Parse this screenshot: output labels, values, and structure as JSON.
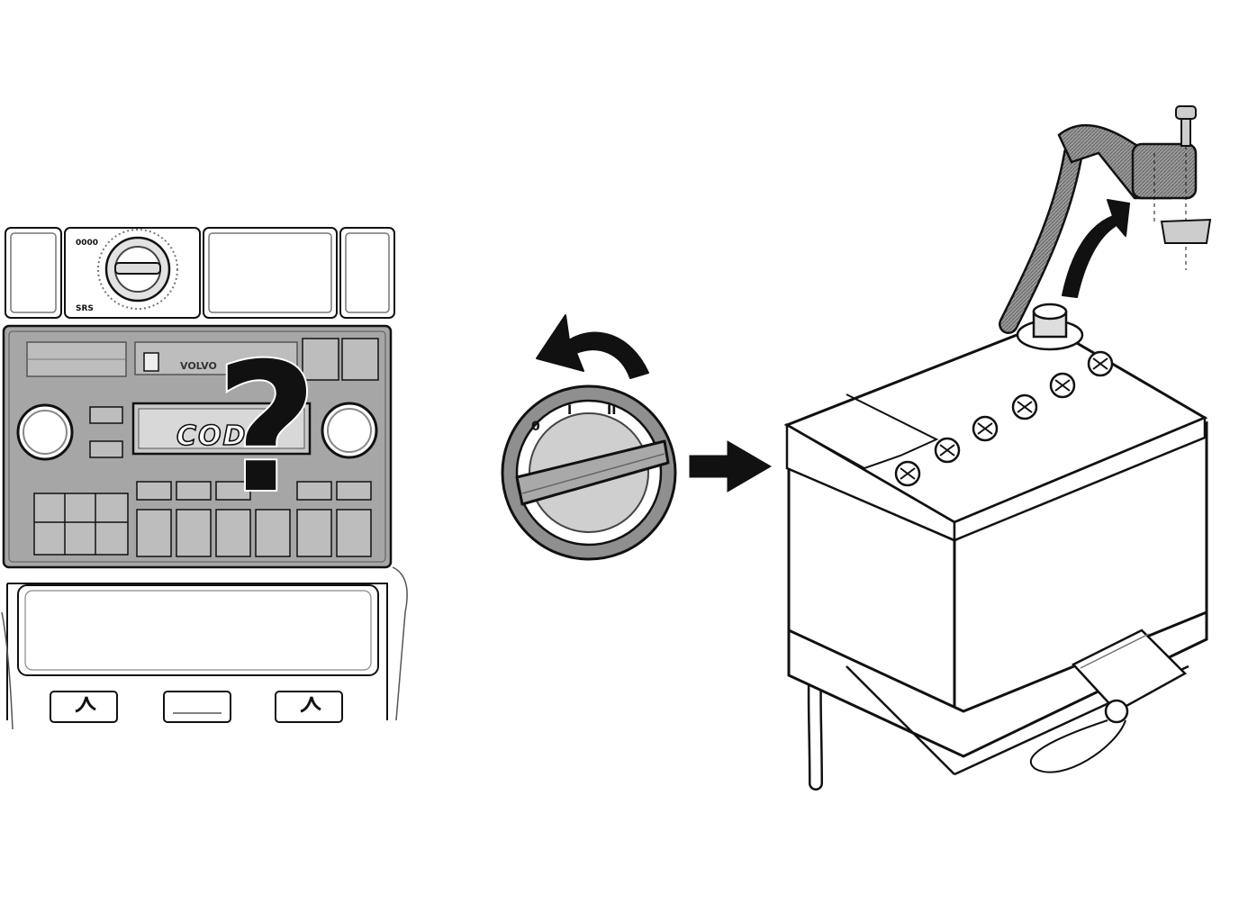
{
  "radio": {
    "display_text": "CODE",
    "question_mark": "?",
    "label_topleft": "0000",
    "label_bottomleft": "SRS",
    "brand_label": "VOLVO"
  },
  "ignition": {
    "position_labels": [
      "0",
      "I",
      "II"
    ]
  },
  "colors": {
    "line": "#111111",
    "panel_gray": "#a9a9a9",
    "mid_gray": "#8c8c8c",
    "light_gray": "#d4d4d4",
    "white": "#ffffff"
  }
}
